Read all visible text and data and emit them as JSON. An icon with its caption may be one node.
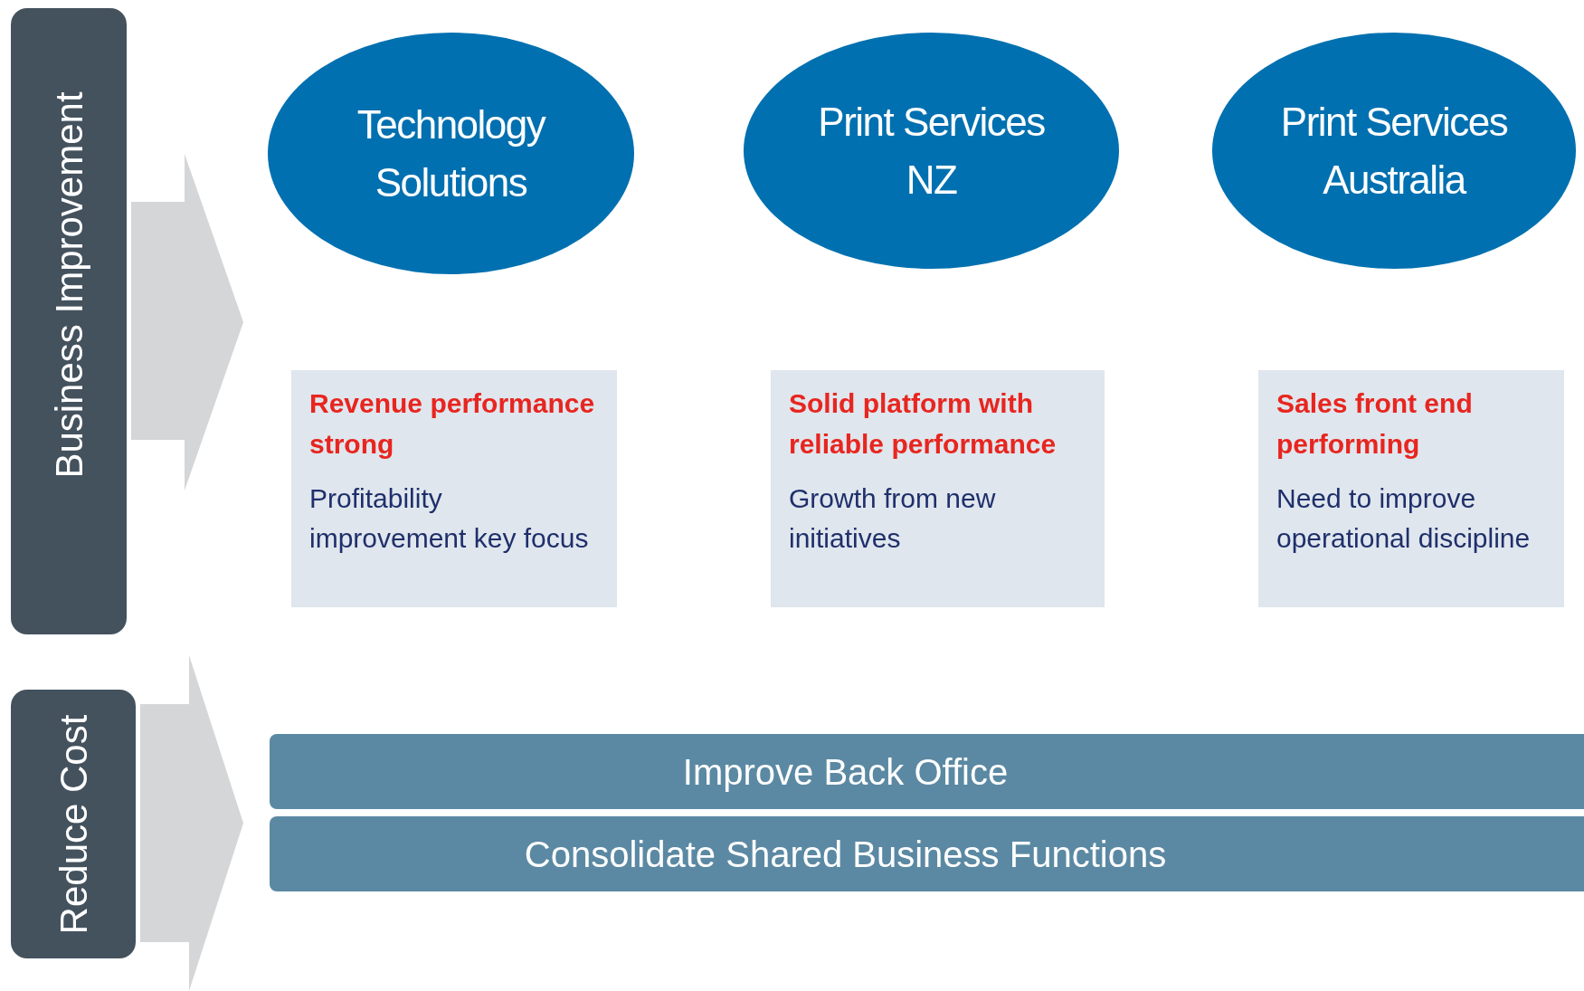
{
  "diagram": {
    "nodes": [
      {
        "text": [
          "Business Improvement"
        ]
      },
      {
        "text": [
          "Technology Solutions"
        ]
      },
      {
        "text": [
          "Print Services NZ"
        ]
      },
      {
        "text": [
          "Print Services Australia"
        ]
      },
      {
        "text": [
          "Revenue performance strong",
          "Profitability improvement key focus"
        ]
      },
      {
        "text": [
          "Solid platform with reliable performance",
          "Growth from new initiatives"
        ]
      },
      {
        "text": [
          "Sales front end performing",
          "Need to improve operational discipline"
        ]
      },
      {
        "text": [
          "Reduce Cost"
        ]
      },
      {
        "text": [
          "Improve Back Office"
        ]
      },
      {
        "text": [
          "Consolidate Shared Business Functions"
        ]
      }
    ],
    "edges": [
      {
        "from": 0,
        "to": null,
        "arrow": "to",
        "style": "thick",
        "color": "#d4d6d8"
      },
      {
        "from": 7,
        "to": null,
        "arrow": "to",
        "style": "thick",
        "color": "#d4d6d8"
      }
    ]
  }
}
